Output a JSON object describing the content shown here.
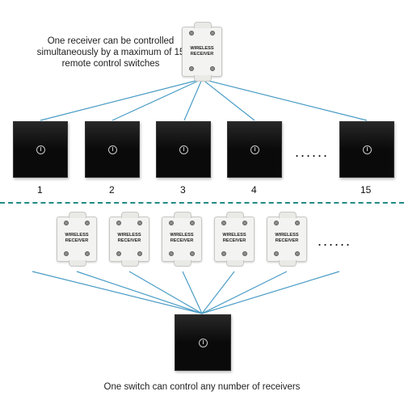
{
  "top": {
    "caption": "One receiver can be controlled simultaneously by a maximum of 15 remote control switches",
    "switch_numbers": [
      "1",
      "2",
      "3",
      "4",
      "15"
    ],
    "ellipsis": "......"
  },
  "bottom": {
    "ellipsis": "......",
    "caption": "One switch can control any number of receivers"
  },
  "receiver": {
    "label_line1": "WIRELESS",
    "label_line2": "RECEIVER"
  },
  "colors": {
    "wire": "#4a9cc6",
    "divider": "#1f8a86",
    "switch_panel": "#0a0a0a",
    "receiver_body": "#f3f3f1"
  }
}
